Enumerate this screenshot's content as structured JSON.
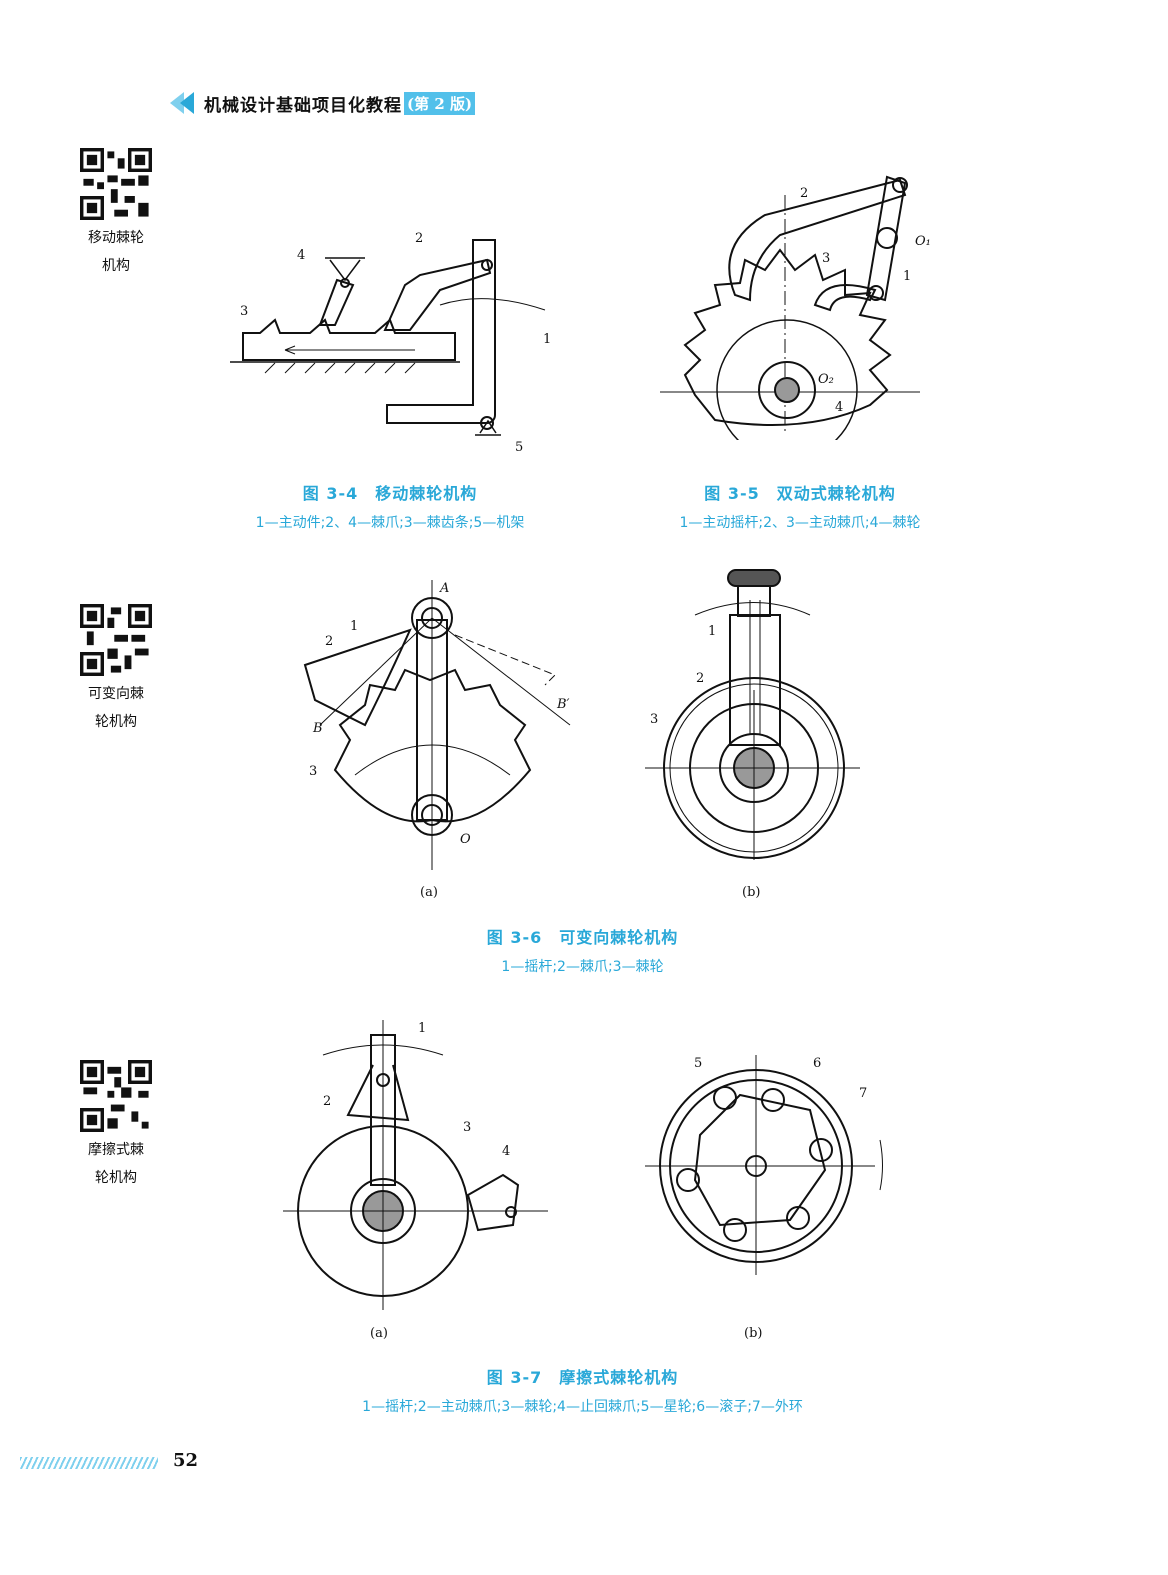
{
  "header": {
    "book_title": "机械设计基础项目化教程",
    "edition": "(第 2 版)"
  },
  "qr_codes": [
    {
      "label_line1": "移动棘轮",
      "label_line2": "机构"
    },
    {
      "label_line1": "可变向棘",
      "label_line2": "轮机构"
    },
    {
      "label_line1": "摩擦式棘",
      "label_line2": "轮机构"
    }
  ],
  "figures": {
    "fig3_4": {
      "title": "图 3-4　移动棘轮机构",
      "legend": "1—主动件;2、4—棘爪;3—棘齿条;5—机架",
      "labels": [
        "1",
        "2",
        "3",
        "4",
        "5"
      ]
    },
    "fig3_5": {
      "title": "图 3-5　双动式棘轮机构",
      "legend": "1—主动摇杆;2、3—主动棘爪;4—棘轮",
      "labels": [
        "1",
        "2",
        "3",
        "4",
        "O₁",
        "O₂"
      ]
    },
    "fig3_6": {
      "title": "图 3-6　可变向棘轮机构",
      "legend": "1—摇杆;2—棘爪;3—棘轮",
      "sub_a": "(a)",
      "sub_b": "(b)",
      "labels_a": [
        "1",
        "2",
        "3",
        "A",
        "B",
        "B′",
        "O"
      ],
      "labels_b": [
        "1",
        "2",
        "3"
      ]
    },
    "fig3_7": {
      "title": "图 3-7　摩擦式棘轮机构",
      "legend": "1—摇杆;2—主动棘爪;3—棘轮;4—止回棘爪;5—星轮;6—滚子;7—外环",
      "sub_a": "(a)",
      "sub_b": "(b)",
      "labels_a": [
        "1",
        "2",
        "3",
        "4"
      ],
      "labels_b": [
        "5",
        "6",
        "7"
      ]
    }
  },
  "footer": {
    "page_number": "52"
  },
  "colors": {
    "accent": "#29a8d8",
    "accent_light": "#7fd0ee"
  }
}
